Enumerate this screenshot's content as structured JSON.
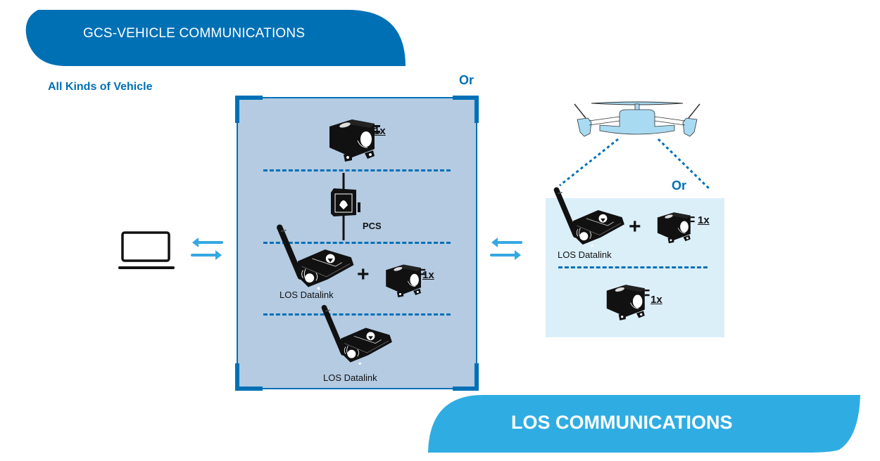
{
  "header": {
    "title": "GCS-VEHICLE COMMUNICATIONS",
    "subtitle": "All Kinds of Vehicle"
  },
  "footer": {
    "title": "LOS COMMUNICATIONS"
  },
  "colors": {
    "primary_blue": "#0070b5",
    "light_blue": "#2fade3",
    "box_fill": "#b4cbe2",
    "panel_fill": "#dbeff9",
    "vehicle_fill": "#a8daf2",
    "arrow_blue": "#35a8e0"
  },
  "ground_station": {
    "icon": "laptop-icon",
    "arrows": "bidirectional-arrows-icon"
  },
  "gcs_options": {
    "or_label": "Or",
    "options": [
      {
        "items": [
          {
            "icon": "autopilot-module-icon",
            "qty": "1x"
          }
        ]
      },
      {
        "items": [
          {
            "icon": "pcs-device-icon",
            "label": "PCS"
          }
        ]
      },
      {
        "items": [
          {
            "icon": "los-datalink-icon",
            "label": "LOS Datalink"
          },
          {
            "operator": "+"
          },
          {
            "icon": "autopilot-module-icon",
            "qty": "1x"
          }
        ]
      },
      {
        "items": [
          {
            "icon": "los-datalink-icon",
            "label": "LOS Datalink"
          }
        ]
      }
    ]
  },
  "link": {
    "arrows": "bidirectional-arrows-icon"
  },
  "vehicle_options": {
    "vehicle_icon": "drone-icon",
    "or_label": "Or",
    "options": [
      {
        "items": [
          {
            "icon": "los-datalink-icon",
            "label": "LOS Datalink"
          },
          {
            "operator": "+"
          },
          {
            "icon": "autopilot-module-icon",
            "qty": "1x"
          }
        ]
      },
      {
        "items": [
          {
            "icon": "autopilot-module-icon",
            "qty": "1x"
          }
        ]
      }
    ]
  }
}
